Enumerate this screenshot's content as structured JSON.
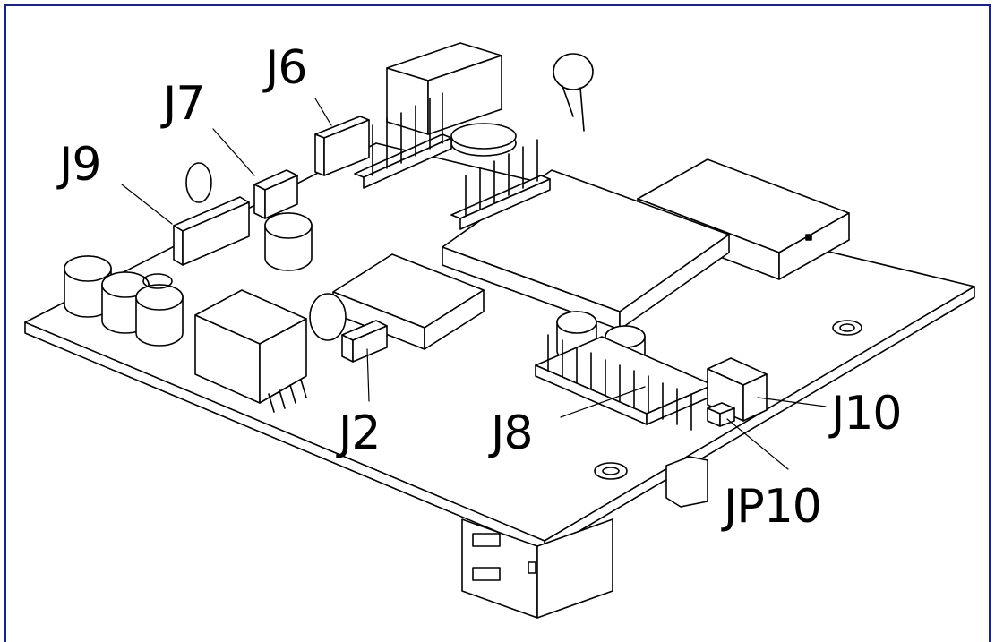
{
  "diagram": {
    "frame_color": "#1a237e",
    "line_color": "#000000",
    "labels": {
      "j6": "J6",
      "j7": "J7",
      "j9": "J9",
      "j2": "J2",
      "j8": "J8",
      "j10": "J10",
      "jp10": "JP10"
    }
  }
}
